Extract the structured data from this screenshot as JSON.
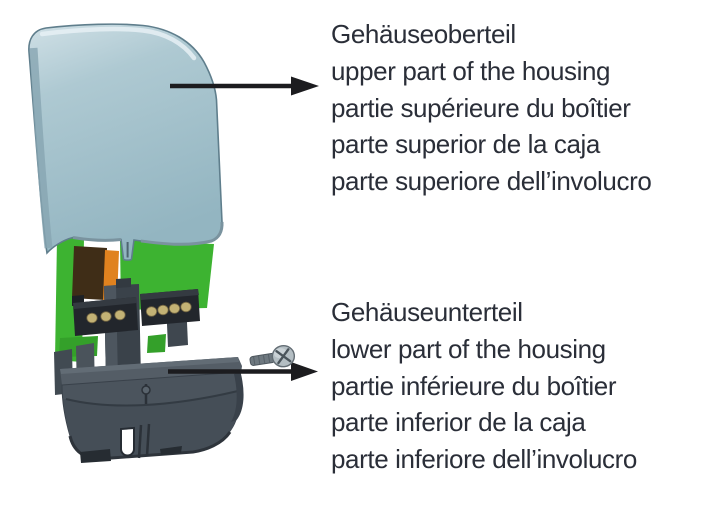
{
  "illustration": {
    "alt": "exploded-view of sensor housing: upper cover lifted off circuit board and mounting base",
    "parts": {
      "upper_housing": "upper housing cover",
      "circuit_board": "green printed circuit board with terminal blocks",
      "lower_base": "lower housing mounting base",
      "screw": "fixing screw"
    },
    "colors": {
      "housing": "#9dbdc7",
      "housing_outline": "#5f7e8c",
      "pcb": "#3db331",
      "component_brown": "#3f2d17",
      "component_orange": "#e0821f",
      "terminal_block": "#22262c",
      "contact_gold": "#c3b275",
      "base": "#4b545d",
      "arrow": "#1c1c1f",
      "text": "#2a2e38"
    }
  },
  "labels": {
    "upper": {
      "lines": [
        "Gehäuseoberteil",
        "upper part of the housing",
        "partie supérieure du boîtier",
        "parte superior de la caja",
        "parte superiore dell’involucro"
      ]
    },
    "lower": {
      "lines": [
        "Gehäuseunterteil",
        "lower part of the housing",
        "partie inférieure du boîtier",
        "parte inferior de la caja",
        "parte inferiore dell’involucro"
      ]
    }
  }
}
